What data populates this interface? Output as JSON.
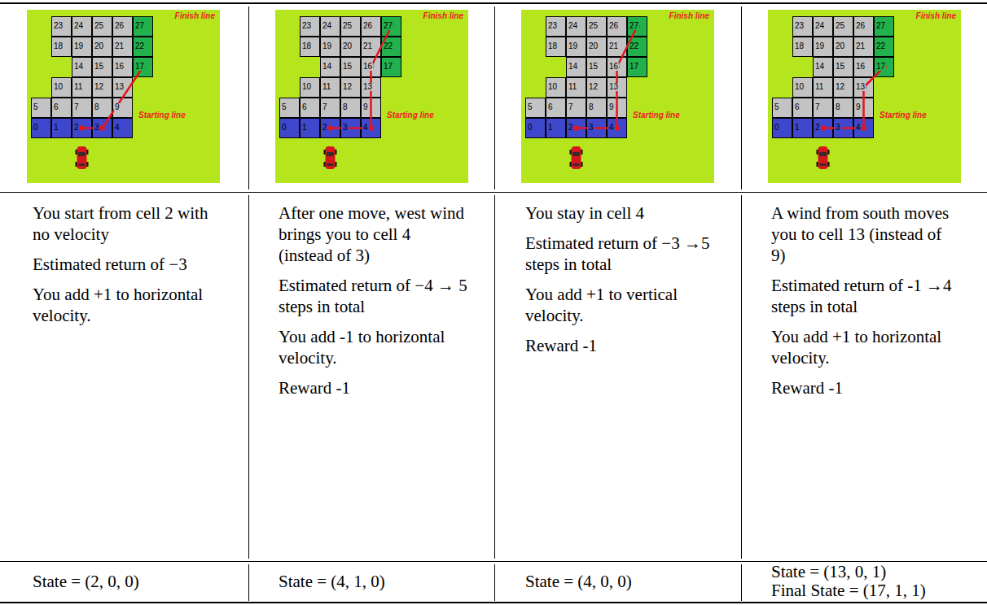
{
  "diagram": {
    "nodes": [
      {
        "text": [
          "Finish line",
          "Starting line"
        ]
      },
      {
        "text": [
          "23"
        ],
        "in": 0
      },
      {
        "text": [
          "24"
        ],
        "in": 0
      },
      {
        "text": [
          "25"
        ],
        "in": 0
      },
      {
        "text": [
          "26"
        ],
        "in": 0
      },
      {
        "text": [
          "27"
        ],
        "in": 0
      },
      {
        "text": [
          "18"
        ],
        "in": 0
      },
      {
        "text": [
          "19"
        ],
        "in": 0
      },
      {
        "text": [
          "20"
        ],
        "in": 0
      },
      {
        "text": [
          "21"
        ],
        "in": 0
      },
      {
        "text": [
          "22"
        ],
        "in": 0
      },
      {
        "text": [
          "14"
        ],
        "in": 0
      },
      {
        "text": [
          "15"
        ],
        "in": 0
      },
      {
        "text": [
          "16"
        ],
        "in": 0
      },
      {
        "text": [
          "17"
        ],
        "in": 0
      },
      {
        "text": [
          "10"
        ],
        "in": 0
      },
      {
        "text": [
          "11"
        ],
        "in": 0
      },
      {
        "text": [
          "12"
        ],
        "in": 0
      },
      {
        "text": [
          "13"
        ],
        "in": 0
      },
      {
        "text": [
          "5"
        ],
        "in": 0
      },
      {
        "text": [
          "6"
        ],
        "in": 0
      },
      {
        "text": [
          "7"
        ],
        "in": 0
      },
      {
        "text": [
          "8"
        ],
        "in": 0
      },
      {
        "text": [
          "9"
        ],
        "in": 0
      },
      {
        "text": [
          "0"
        ],
        "in": 0
      },
      {
        "text": [
          "1"
        ],
        "in": 0
      },
      {
        "text": [
          "2"
        ],
        "in": 0
      },
      {
        "text": [
          "3"
        ],
        "in": 0
      },
      {
        "text": [
          "4"
        ],
        "in": 0
      },
      {
        "text": [
          "Finish line",
          "Starting line"
        ]
      },
      {
        "text": [
          "23"
        ],
        "in": 29
      },
      {
        "text": [
          "24"
        ],
        "in": 29
      },
      {
        "text": [
          "25"
        ],
        "in": 29
      },
      {
        "text": [
          "26"
        ],
        "in": 29
      },
      {
        "text": [
          "27"
        ],
        "in": 29
      },
      {
        "text": [
          "18"
        ],
        "in": 29
      },
      {
        "text": [
          "19"
        ],
        "in": 29
      },
      {
        "text": [
          "20"
        ],
        "in": 29
      },
      {
        "text": [
          "21"
        ],
        "in": 29
      },
      {
        "text": [
          "22"
        ],
        "in": 29
      },
      {
        "text": [
          "14"
        ],
        "in": 29
      },
      {
        "text": [
          "15"
        ],
        "in": 29
      },
      {
        "text": [
          "16"
        ],
        "in": 29
      },
      {
        "text": [
          "17"
        ],
        "in": 29
      },
      {
        "text": [
          "10"
        ],
        "in": 29
      },
      {
        "text": [
          "11"
        ],
        "in": 29
      },
      {
        "text": [
          "12"
        ],
        "in": 29
      },
      {
        "text": [
          "13"
        ],
        "in": 29
      },
      {
        "text": [
          "5"
        ],
        "in": 29
      },
      {
        "text": [
          "6"
        ],
        "in": 29
      },
      {
        "text": [
          "7"
        ],
        "in": 29
      },
      {
        "text": [
          "8"
        ],
        "in": 29
      },
      {
        "text": [
          "9"
        ],
        "in": 29
      },
      {
        "text": [
          "0"
        ],
        "in": 29
      },
      {
        "text": [
          "1"
        ],
        "in": 29
      },
      {
        "text": [
          "2"
        ],
        "in": 29
      },
      {
        "text": [
          "3"
        ],
        "in": 29
      },
      {
        "text": [
          "4"
        ],
        "in": 29
      },
      {
        "text": [
          "Finish line",
          "Starting line"
        ]
      },
      {
        "text": [
          "23"
        ],
        "in": 58
      },
      {
        "text": [
          "24"
        ],
        "in": 58
      },
      {
        "text": [
          "25"
        ],
        "in": 58
      },
      {
        "text": [
          "26"
        ],
        "in": 58
      },
      {
        "text": [
          "27"
        ],
        "in": 58
      },
      {
        "text": [
          "18"
        ],
        "in": 58
      },
      {
        "text": [
          "19"
        ],
        "in": 58
      },
      {
        "text": [
          "20"
        ],
        "in": 58
      },
      {
        "text": [
          "21"
        ],
        "in": 58
      },
      {
        "text": [
          "22"
        ],
        "in": 58
      },
      {
        "text": [
          "14"
        ],
        "in": 58
      },
      {
        "text": [
          "15"
        ],
        "in": 58
      },
      {
        "text": [
          "16"
        ],
        "in": 58
      },
      {
        "text": [
          "17"
        ],
        "in": 58
      },
      {
        "text": [
          "10"
        ],
        "in": 58
      },
      {
        "text": [
          "11"
        ],
        "in": 58
      },
      {
        "text": [
          "12"
        ],
        "in": 58
      },
      {
        "text": [
          "13"
        ],
        "in": 58
      },
      {
        "text": [
          "5"
        ],
        "in": 58
      },
      {
        "text": [
          "6"
        ],
        "in": 58
      },
      {
        "text": [
          "7"
        ],
        "in": 58
      },
      {
        "text": [
          "8"
        ],
        "in": 58
      },
      {
        "text": [
          "9"
        ],
        "in": 58
      },
      {
        "text": [
          "0"
        ],
        "in": 58
      },
      {
        "text": [
          "1"
        ],
        "in": 58
      },
      {
        "text": [
          "2"
        ],
        "in": 58
      },
      {
        "text": [
          "3"
        ],
        "in": 58
      },
      {
        "text": [
          "4"
        ],
        "in": 58
      },
      {
        "text": [
          "Finish line",
          "Starting line"
        ]
      },
      {
        "text": [
          "23"
        ],
        "in": 87
      },
      {
        "text": [
          "24"
        ],
        "in": 87
      },
      {
        "text": [
          "25"
        ],
        "in": 87
      },
      {
        "text": [
          "26"
        ],
        "in": 87
      },
      {
        "text": [
          "27"
        ],
        "in": 87
      },
      {
        "text": [
          "18"
        ],
        "in": 87
      },
      {
        "text": [
          "19"
        ],
        "in": 87
      },
      {
        "text": [
          "20"
        ],
        "in": 87
      },
      {
        "text": [
          "21"
        ],
        "in": 87
      },
      {
        "text": [
          "22"
        ],
        "in": 87
      },
      {
        "text": [
          "14"
        ],
        "in": 87
      },
      {
        "text": [
          "15"
        ],
        "in": 87
      },
      {
        "text": [
          "16"
        ],
        "in": 87
      },
      {
        "text": [
          "17"
        ],
        "in": 87
      },
      {
        "text": [
          "10"
        ],
        "in": 87
      },
      {
        "text": [
          "11"
        ],
        "in": 87
      },
      {
        "text": [
          "12"
        ],
        "in": 87
      },
      {
        "text": [
          "13"
        ],
        "in": 87
      },
      {
        "text": [
          "5"
        ],
        "in": 87
      },
      {
        "text": [
          "6"
        ],
        "in": 87
      },
      {
        "text": [
          "7"
        ],
        "in": 87
      },
      {
        "text": [
          "8"
        ],
        "in": 87
      },
      {
        "text": [
          "9"
        ],
        "in": 87
      },
      {
        "text": [
          "0"
        ],
        "in": 87
      },
      {
        "text": [
          "1"
        ],
        "in": 87
      },
      {
        "text": [
          "2"
        ],
        "in": 87
      },
      {
        "text": [
          "3"
        ],
        "in": 87
      },
      {
        "text": [
          "4"
        ],
        "in": 87
      }
    ],
    "labels": [
      "You start from cell 2 with no velocity",
      "Estimated return of −3",
      "You add +1 to horizontal velocity.",
      "After one move, west wind brings you to cell 4 (instead of 3)",
      "Estimated return of −4 → 5 steps in total",
      "You add -1 to horizontal velocity.",
      "Reward -1",
      "You stay in cell 4",
      "Estimated return of −3 →5 steps in total",
      "You add +1 to vertical velocity.",
      "Reward -1",
      "A wind from south moves you to cell 13 (instead of 9)",
      "Estimated return of -1 →4 steps in total",
      "You add +1 to horizontal velocity.",
      "Reward -1",
      "State = (2, 0, 0)",
      "State = (4, 1, 0)",
      "State = (4, 0, 0)",
      "State = (13, 0, 1)",
      "Final State = (17, 1, 1)"
    ]
  }
}
